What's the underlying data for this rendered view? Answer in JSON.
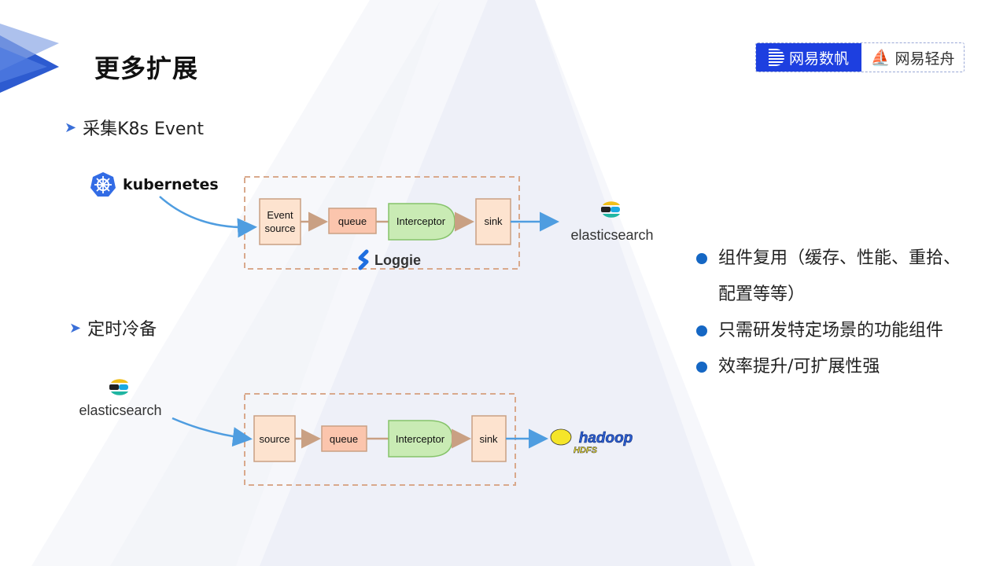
{
  "title": "更多扩展",
  "brand": {
    "left_label": "网易数帆",
    "right_label": "网易轻舟",
    "accent": "#1d3fe0"
  },
  "sections": [
    {
      "heading": "采集K8s Event",
      "source_label": "kubernetes",
      "pipeline": {
        "source": "Event\nsource",
        "source_line1": "Event",
        "source_line2": "source",
        "queue": "queue",
        "interceptor": "Interceptor",
        "sink": "sink",
        "framework": "Loggie"
      },
      "target_label": "elasticsearch"
    },
    {
      "heading": "定时冷备",
      "source_label": "elasticsearch",
      "pipeline": {
        "source": "source",
        "queue": "queue",
        "interceptor": "Interceptor",
        "sink": "sink"
      },
      "target_label": "hadoop",
      "target_sublabel": "HDFS"
    }
  ],
  "bullets": [
    {
      "line1": "组件复用（缓存、性能、重拾、",
      "line2": "配置等等）"
    },
    {
      "line1": "只需研发特定场景的功能组件"
    },
    {
      "line1": "效率提升/可扩展性强"
    }
  ],
  "colors": {
    "box_fill": "#fde3cf",
    "box_stroke": "#c9a083",
    "queue_fill": "#fbc5ad",
    "interceptor_fill": "#c9ebb4",
    "interceptor_stroke": "#86c36a",
    "flow_arrow": "#4f9de0",
    "inner_arrow": "#c9a083",
    "bullet": "#1567c4"
  }
}
